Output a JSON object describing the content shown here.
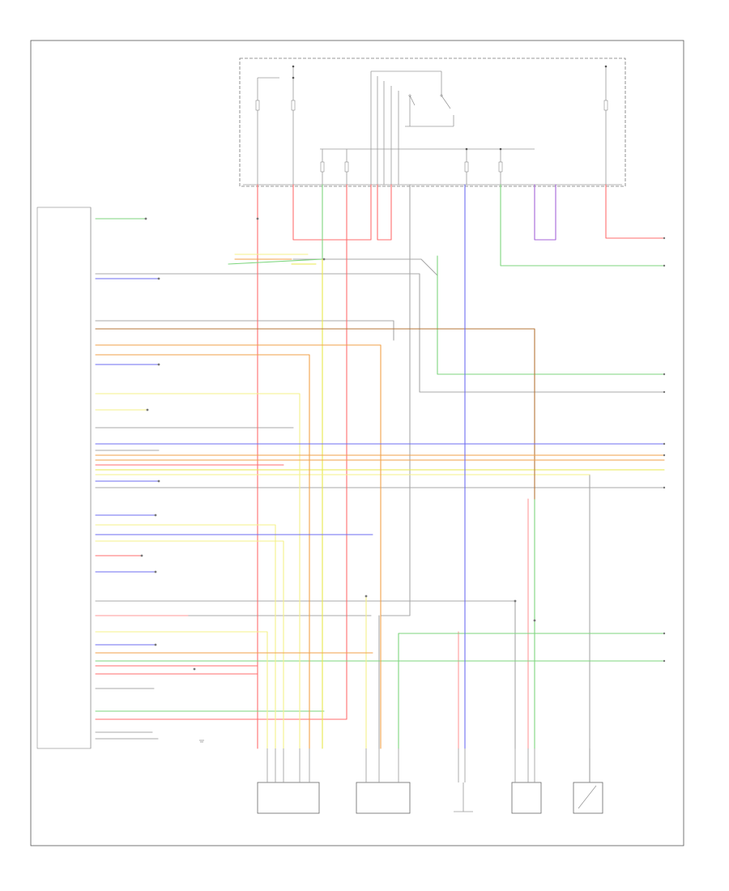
{
  "colors": {
    "red": "#ff6e6e",
    "pink": "#ff9a9a",
    "green": "#7ed67e",
    "yellow": "#e8e84c",
    "light_yellow": "#f4f08a",
    "orange": "#f2a24a",
    "brown": "#b6773a",
    "blue": "#6e6ef0",
    "violet": "#a463d8",
    "grey": "#a8a8a8",
    "black": "#444444"
  },
  "icons": [
    "switch-symbol",
    "connector-pin",
    "fuse-symbol",
    "ground-symbol"
  ]
}
